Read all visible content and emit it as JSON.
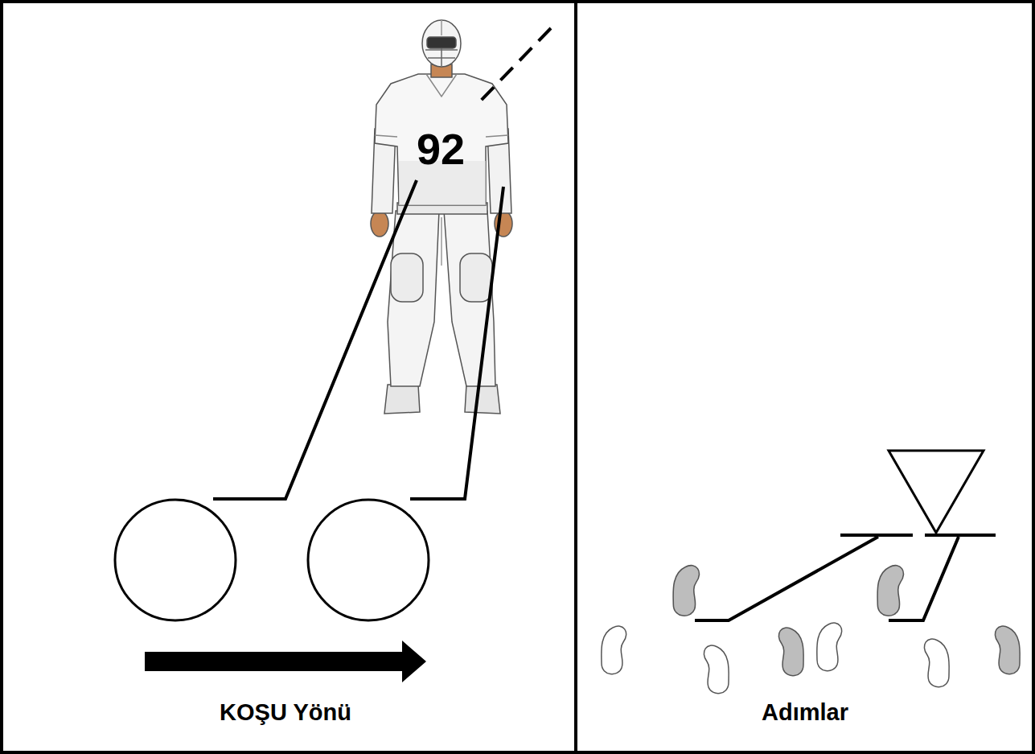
{
  "diagram": {
    "labels": [
      "92",
      "KOŞU Yönü",
      "Adımlar"
    ]
  }
}
